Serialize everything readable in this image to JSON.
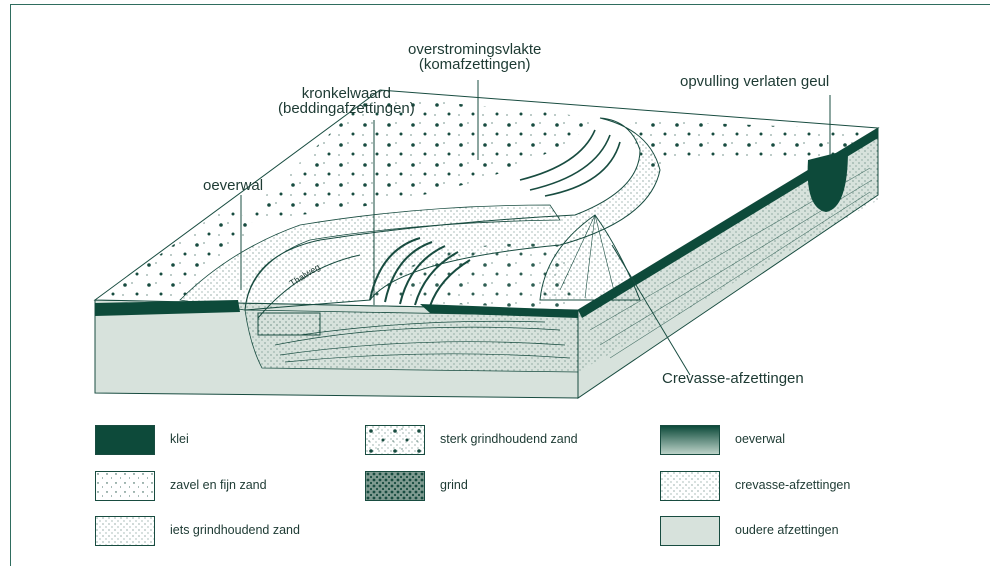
{
  "colors": {
    "clay": "#0d4a3a",
    "line": "#184c40",
    "old": "#d7e2dc",
    "paper": "#ffffff"
  },
  "labels": {
    "floodplain_1": "overstromingsvlakte",
    "floodplain_2": "(komafzettingen)",
    "point_bar_1": "kronkelwaard",
    "point_bar_2": "(beddingafzettingen)",
    "abandoned_channel": "opvulling verlaten geul",
    "levee": "oeverwal",
    "thalweg": "Thalweg",
    "crevasse": "Crevasse-afzettingen"
  },
  "legend": [
    {
      "label": "klei",
      "icon": "clay-swatch"
    },
    {
      "label": "zavel en fijn zand",
      "icon": "fine-sand-swatch"
    },
    {
      "label": "iets grindhoudend zand",
      "icon": "slightly-gravelly-sand-swatch"
    },
    {
      "label": "sterk grindhoudend zand",
      "icon": "very-gravelly-sand-swatch"
    },
    {
      "label": "grind",
      "icon": "gravel-swatch"
    },
    {
      "label": "oeverwal",
      "icon": "levee-swatch"
    },
    {
      "label": "crevasse-afzettingen",
      "icon": "crevasse-swatch"
    },
    {
      "label": "oudere afzettingen",
      "icon": "older-deposits-swatch"
    }
  ]
}
